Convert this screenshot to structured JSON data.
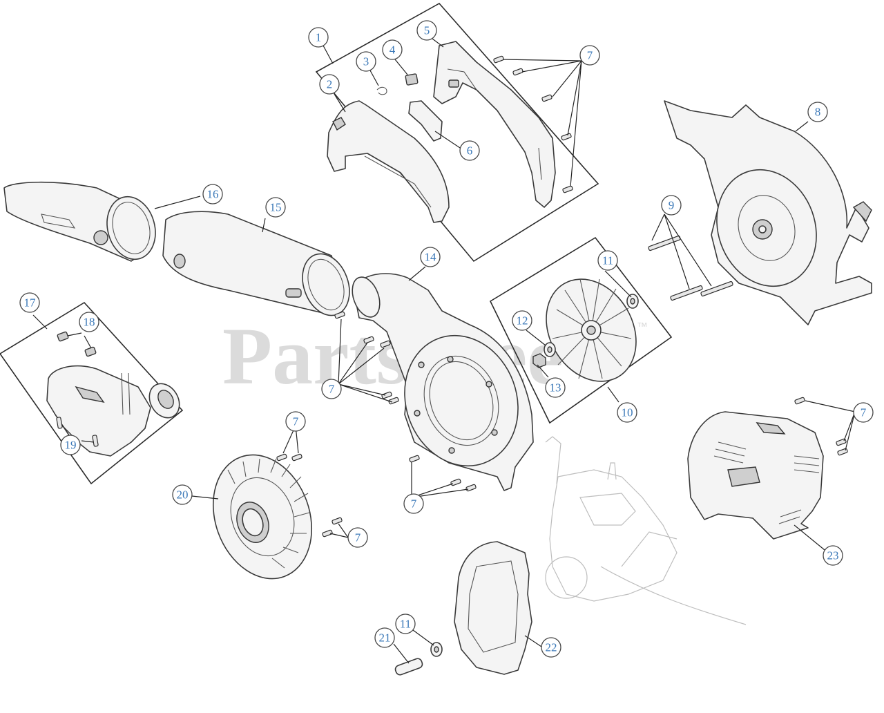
{
  "watermark": {
    "text": "PartsTree",
    "mark": "™"
  },
  "callouts": {
    "c1": "1",
    "c2": "2",
    "c3": "3",
    "c4": "4",
    "c5": "5",
    "c6": "6",
    "c7": "7",
    "c8": "8",
    "c9": "9",
    "c10": "10",
    "c11": "11",
    "c12": "12",
    "c13": "13",
    "c14": "14",
    "c15": "15",
    "c16": "16",
    "c17": "17",
    "c18": "18",
    "c19": "19",
    "c20": "20",
    "c21": "21",
    "c22": "22",
    "c23": "23"
  }
}
